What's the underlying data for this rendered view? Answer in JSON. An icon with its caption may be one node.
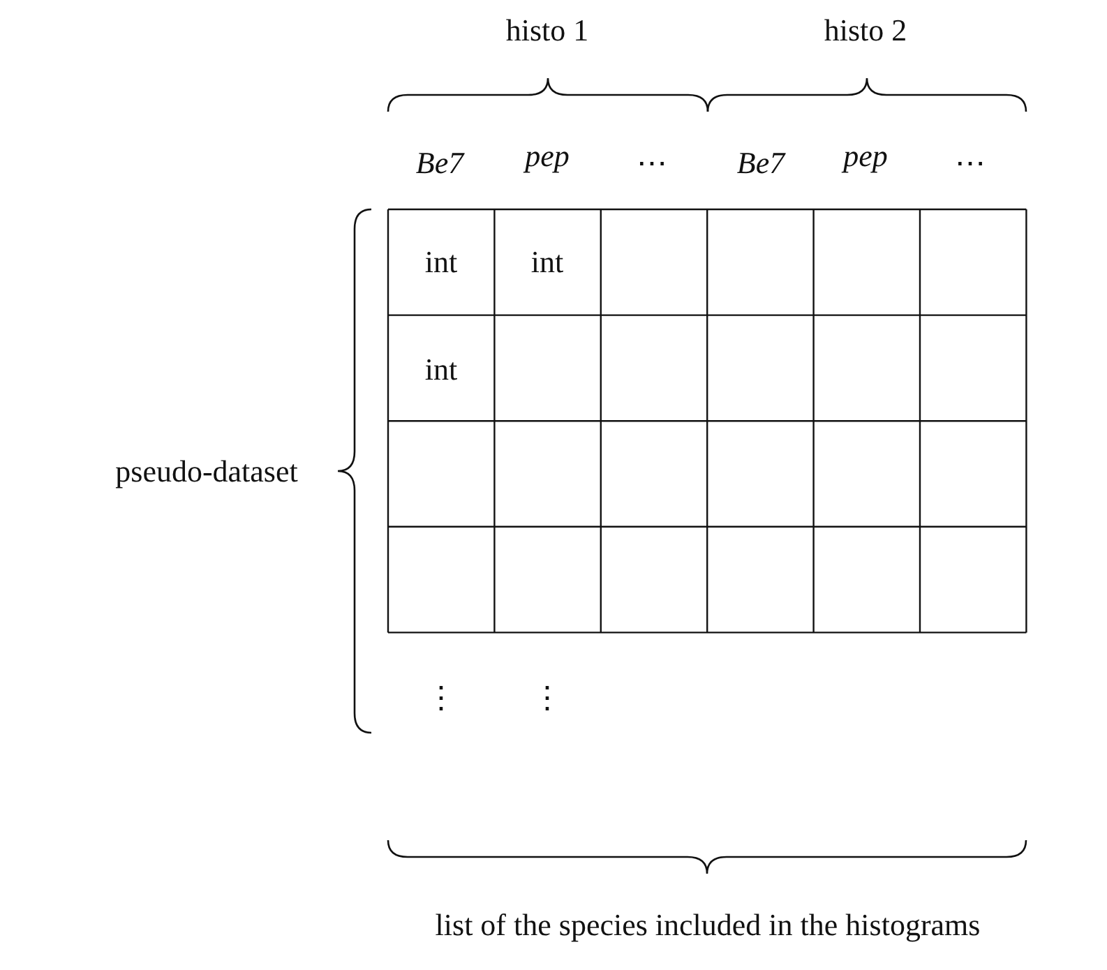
{
  "diagram": {
    "labels": [
      "histo 1",
      "histo 2",
      "Be7",
      "pep",
      "⋯",
      "Be7",
      "pep",
      "⋯",
      "int",
      "int",
      "int",
      "⋮",
      "⋮",
      "pseudo-dataset",
      "list of the species included in the histograms"
    ]
  }
}
